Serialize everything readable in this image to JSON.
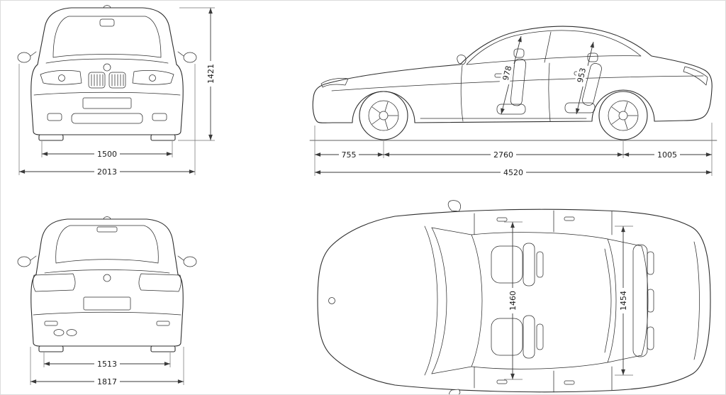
{
  "dims": {
    "front_view": {
      "overall_height": "1421",
      "front_track": "1500",
      "width_with_mirrors": "2013"
    },
    "side_view": {
      "front_interior_height": "978",
      "rear_interior_height": "953",
      "front_overhang": "755",
      "wheelbase": "2760",
      "rear_overhang": "1005",
      "overall_length": "4520"
    },
    "rear_view": {
      "rear_track": "1513",
      "body_width": "1817"
    },
    "top_view": {
      "front_interior_width": "1460",
      "rear_interior_width": "1454"
    }
  },
  "colors": {
    "line": "#2e2e2e",
    "dimension": "#3a3a3a",
    "background": "#ffffff",
    "border": "#dcdcdc"
  }
}
